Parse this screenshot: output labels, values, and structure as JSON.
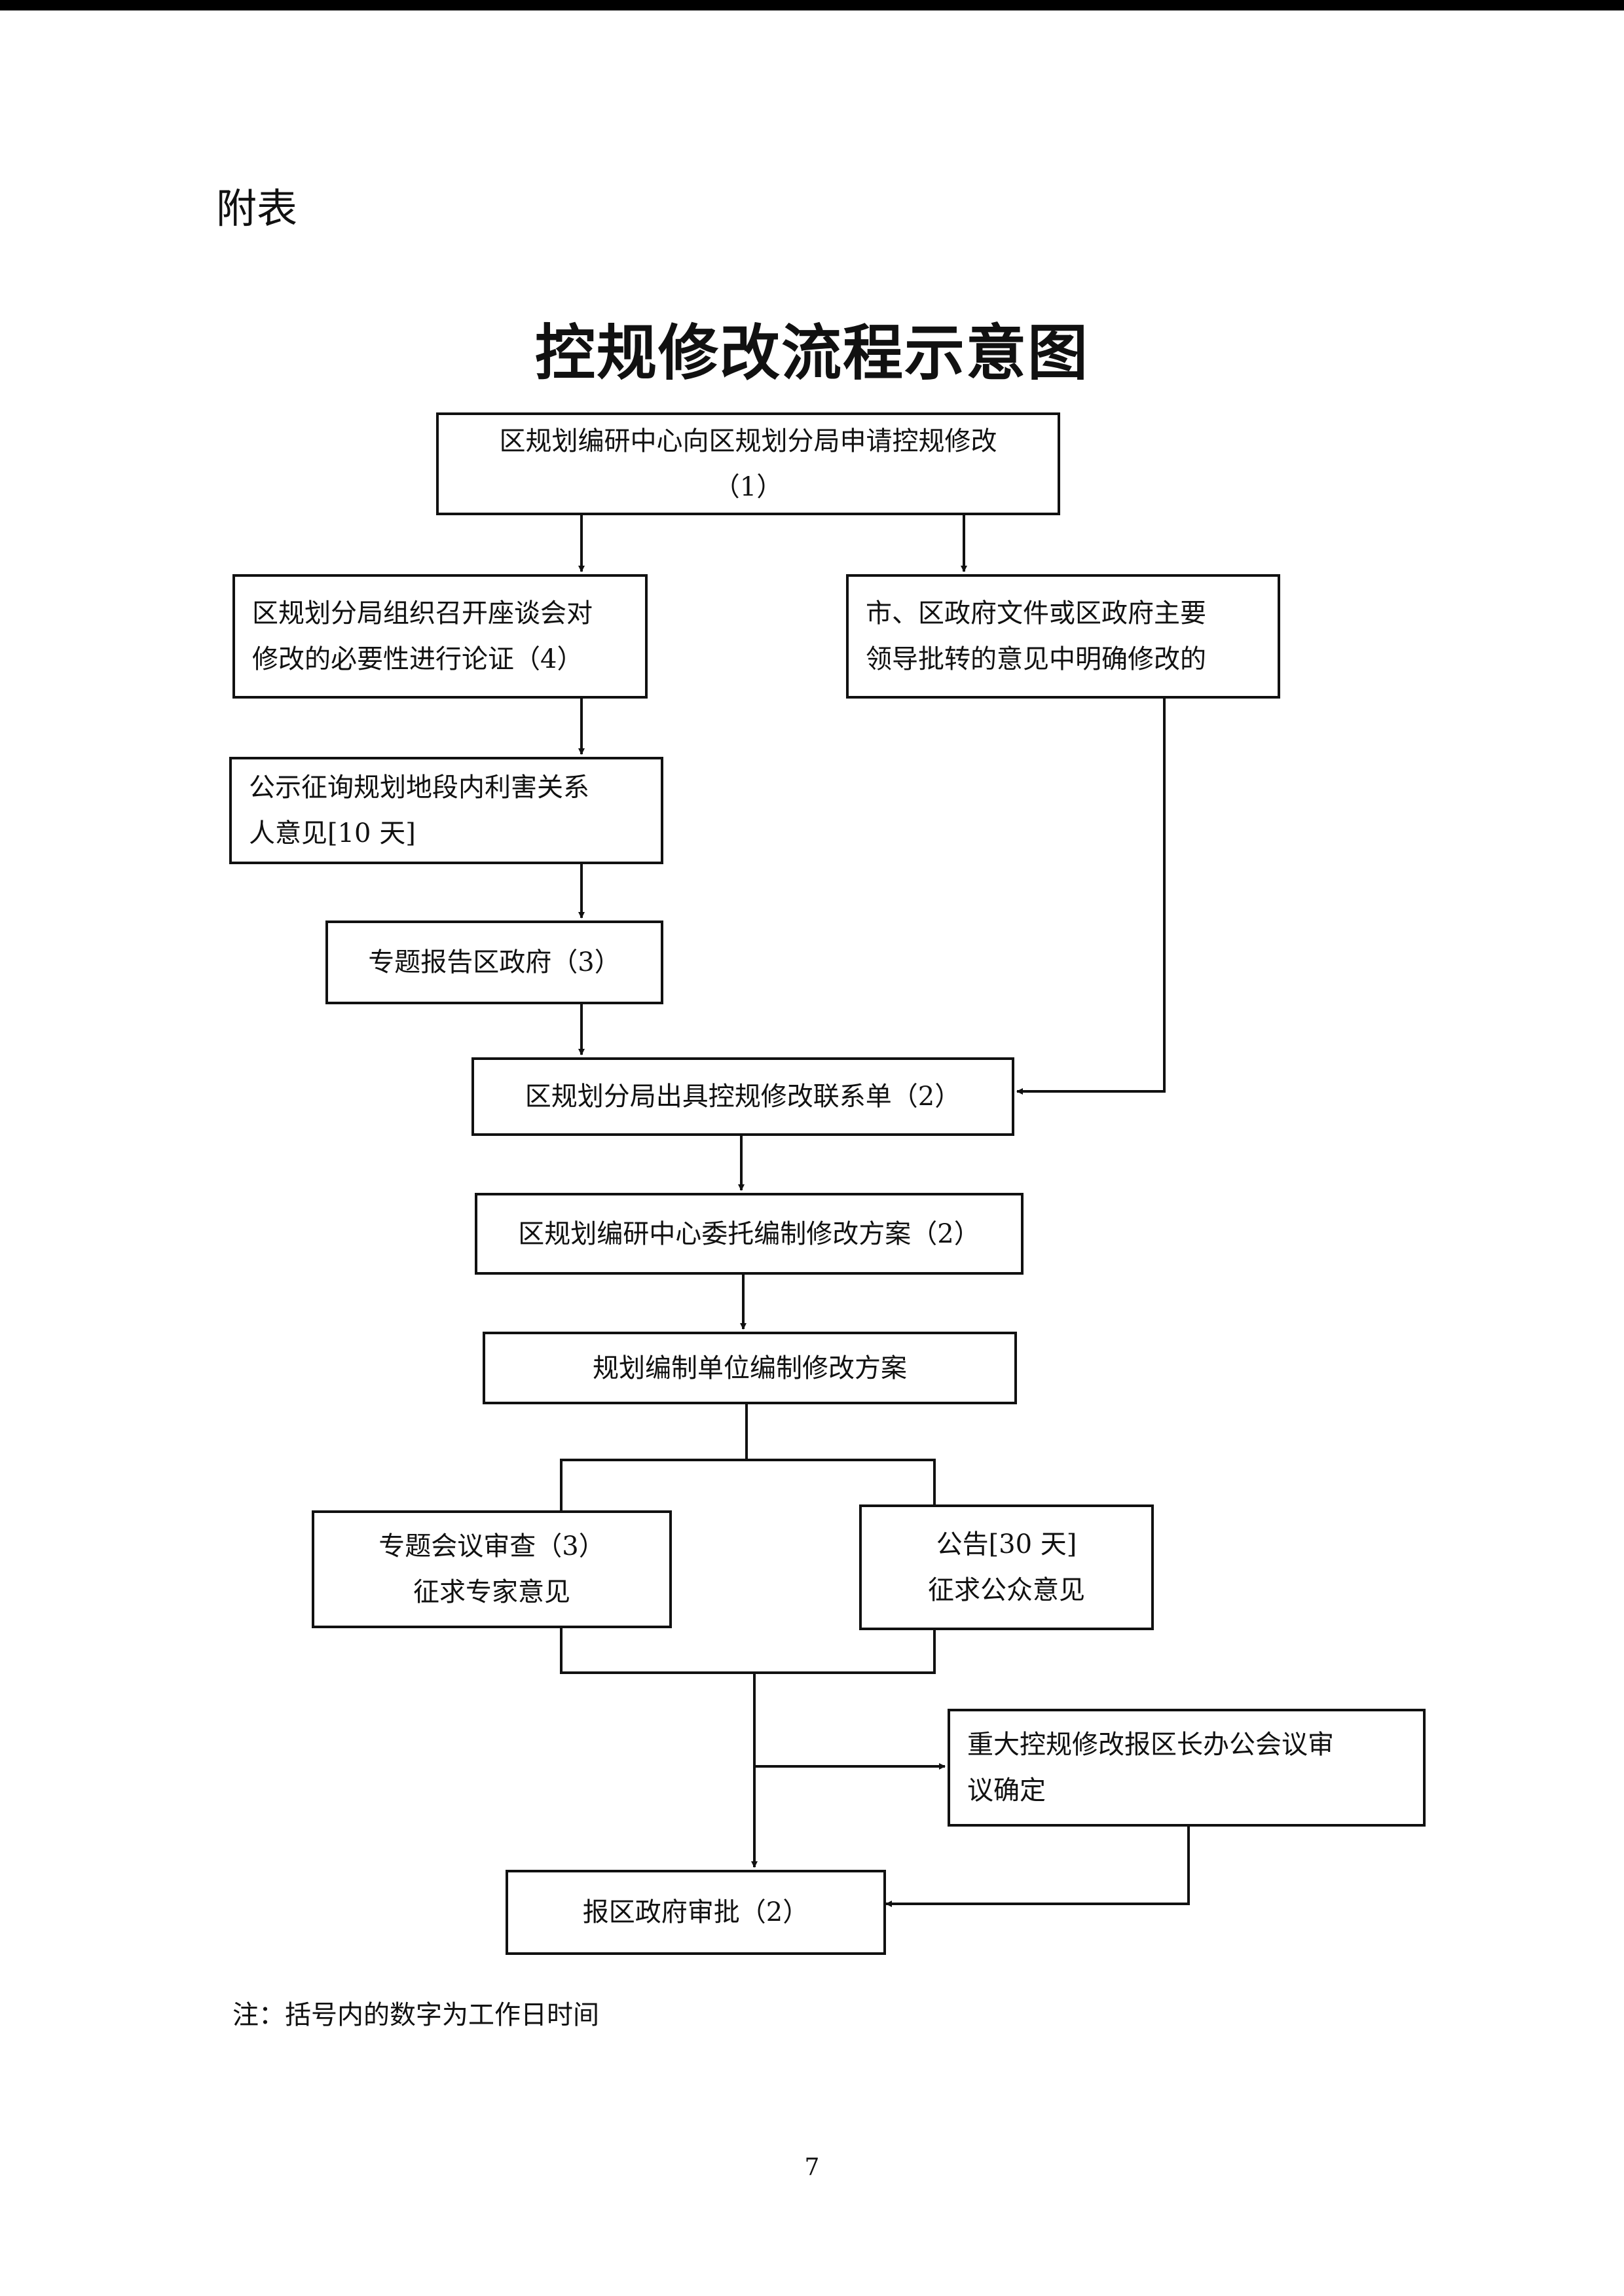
{
  "heading": "附表",
  "title": "控规修改流程示意图",
  "steps": {
    "apply": [
      "区规划编研中心向区规划分局申请控规修改",
      "（1）"
    ],
    "seminar": [
      "区规划分局组织召开座谈会对",
      "修改的必要性进行论证（4）"
    ],
    "gov_doc": [
      "市、区政府文件或区政府主要",
      "领导批转的意见中明确修改的"
    ],
    "publicity": [
      "公示征询规划地段内利害关系",
      "人意见[10 天]"
    ],
    "report": [
      "专题报告区政府（3）"
    ],
    "contact_sheet": [
      "区规划分局出具控规修改联系单（2）"
    ],
    "commission": [
      "区规划编研中心委托编制修改方案（2）"
    ],
    "compile": [
      "规划编制单位编制修改方案"
    ],
    "expert": [
      "专题会议审查（3）",
      "征求专家意见"
    ],
    "announce": [
      "公告[30 天]",
      "征求公众意见"
    ],
    "major": [
      "重大控规修改报区长办公会议审",
      "议确定"
    ],
    "approve": [
      "报区政府审批（2）"
    ]
  },
  "note": "注：括号内的数字为工作日时间",
  "page_number": "7"
}
